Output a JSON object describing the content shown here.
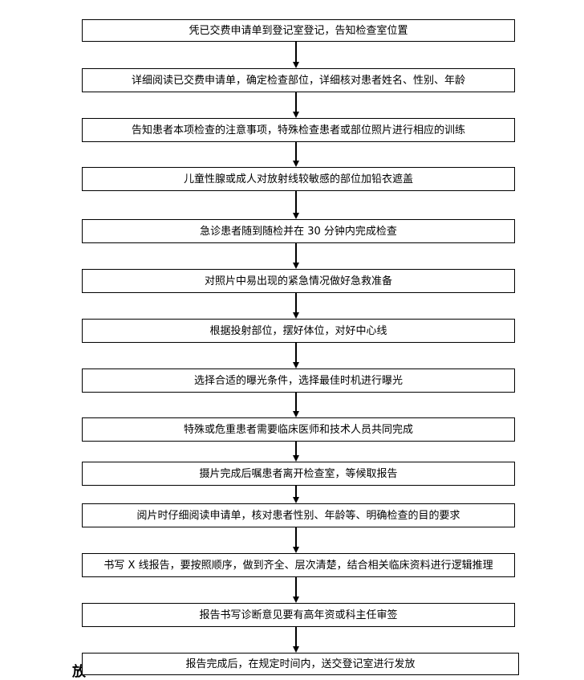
{
  "flowchart": {
    "steps": [
      "凭已交费申请单到登记室登记，告知检查室位置",
      "详细阅读已交费申请单，确定检查部位，详细核对患者姓名、性别、年龄",
      "告知患者本项检查的注意事项，特殊检查患者或部位照片进行相应的训练",
      "儿童性腺或成人对放射线较敏感的部位加铅衣遮盖",
      "急诊患者随到随检并在 30 分钟内完成检查",
      "对照片中易出现的紧急情况做好急救准备",
      "根据投射部位，摆好体位，对好中心线",
      "选择合适的曝光条件，选择最佳时机进行曝光",
      "特殊或危重患者需要临床医师和技术人员共同完成",
      "摄片完成后嘱患者离开检查室，等候取报告",
      "阅片时仔细阅读申请单，核对患者性别、年龄等、明确检查的目的要求",
      "书写 X 线报告，要按照顺序，做到齐全、层次清楚，结合相关临床资料进行逻辑推理",
      "报告书写诊断意见要有高年资或科主任审签",
      "报告完成后，在规定时间内，送交登记室进行发放"
    ],
    "cut_off_text": "放"
  }
}
